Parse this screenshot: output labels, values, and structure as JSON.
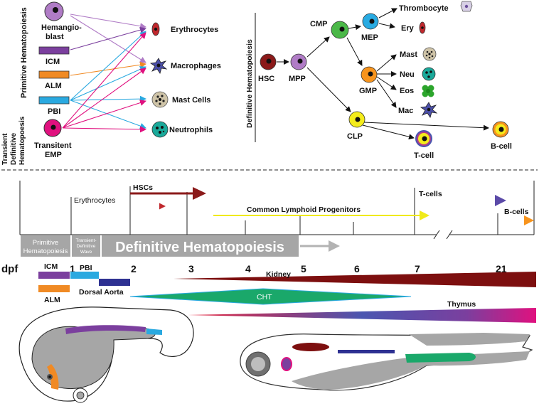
{
  "primitive": {
    "section_label": "Primitive Hematopoiesis",
    "transient_label_lines": [
      "Transient",
      "Definitive",
      "Hematopoesis"
    ],
    "sources": {
      "hemangioblast_lines": [
        "Hemangio-",
        "blast"
      ],
      "icm": "ICM",
      "alm": "ALM",
      "pbi": "PBI",
      "emp_lines": [
        "Transitent",
        "EMP"
      ]
    },
    "targets": {
      "erythrocytes": "Erythrocytes",
      "macrophages": "Macrophages",
      "mast_cells": "Mast Cells",
      "neutrophils": "Neutrophils"
    }
  },
  "definitive": {
    "section_label": "Definitive Hematopoiesis",
    "nodes": {
      "hsc": "HSC",
      "mpp": "MPP",
      "cmp": "CMP",
      "mep": "MEP",
      "thrombocyte": "Thrombocyte",
      "ery": "Ery",
      "gmp": "GMP",
      "mast": "Mast",
      "neu": "Neu",
      "eos": "Eos",
      "mac": "Mac",
      "clp": "CLP",
      "tcell": "T-cell",
      "bcell": "B-cell"
    }
  },
  "timeline": {
    "axis_label": "dpf",
    "ticks": [
      "1",
      "2",
      "3",
      "4",
      "5",
      "6",
      "7",
      "21"
    ],
    "arrows": {
      "erythrocytes": "Erythrocytes",
      "hscs": "HSCs",
      "clp": "Common Lymphoid Progenitors",
      "tcells": "T-cells",
      "bcells": "B-cells"
    },
    "phases": {
      "primitive_lines": [
        "Primitive",
        "Hematopoiesis"
      ],
      "transient_lines": [
        "Transient-",
        "Definitive",
        "Wave"
      ],
      "definitive": "Definitive Hematopoiesis"
    },
    "sites": {
      "icm": "ICM",
      "alm": "ALM",
      "pbi": "PBI",
      "dorsal_aorta": "Dorsal Aorta",
      "kidney": "Kidney",
      "cht": "CHT",
      "thymus": "Thymus"
    }
  },
  "colors": {
    "hemangioblast": "#b07cc6",
    "icm": "#7b3f9e",
    "alm": "#f08a24",
    "pbi": "#2aa9e0",
    "emp": "#e0117f",
    "erythrocyte": "#c0282d",
    "macrophage": "#4b4fa8",
    "mast": "#cfc4a8",
    "neutrophil": "#1aa99a",
    "hsc": "#8b1a1a",
    "mpp": "#b07cc6",
    "cmp": "#4bb848",
    "mep": "#29abe2",
    "gmp": "#f7941d",
    "eos": "#2ca52c",
    "clp": "#f4ec1b",
    "kidney": "#7d0f0f",
    "cht": "#1aa86a",
    "hsc_arrow": "#8b1a1a",
    "clp_arrow": "#f0ea1a",
    "tcell_arrow": "#7b4aa0",
    "bcell_arrow": "#f7941d",
    "dorsal_aorta": "#2e3192",
    "phase_box": "#a6a6a6"
  }
}
